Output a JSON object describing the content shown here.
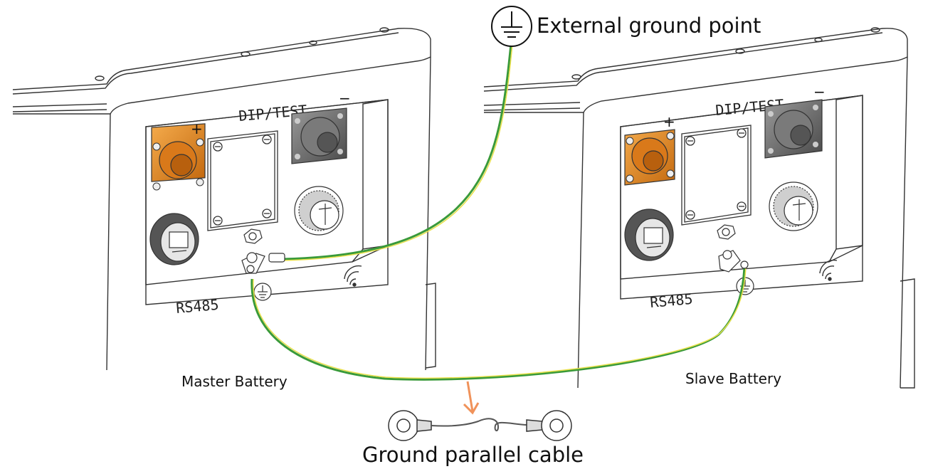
{
  "labels": {
    "external_ground": "External ground point",
    "master_battery": "Master Battery",
    "slave_battery": "Slave Battery",
    "ground_cable": "Ground parallel cable"
  },
  "master": {
    "dip_test": "DIP/TEST",
    "plus": "+",
    "minus": "−",
    "rs485": "RS485"
  },
  "slave": {
    "dip_test": "DIP/TEST",
    "plus": "+",
    "minus": "−",
    "rs485": "RS485"
  },
  "colors": {
    "terminal_positive": "#e58a1f",
    "terminal_negative": "#6f6f6f",
    "ground_wire_green": "#3a9a3a",
    "ground_wire_yellow": "#e8e04a",
    "arrow": "#f0925a",
    "line": "#333333"
  },
  "icons": [
    "ground-symbol-icon",
    "wifi-icon",
    "ring-terminal-icon",
    "arrow-down-icon"
  ]
}
